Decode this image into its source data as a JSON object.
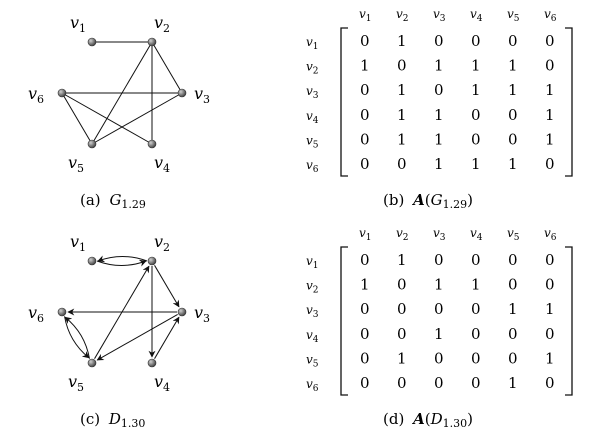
{
  "vertices": [
    "v1",
    "v2",
    "v3",
    "v4",
    "v5",
    "v6"
  ],
  "graph_a": {
    "caption_prefix": "(a)",
    "caption_name": "G",
    "caption_sub": "1.29",
    "edges": [
      [
        1,
        2
      ],
      [
        2,
        3
      ],
      [
        2,
        4
      ],
      [
        2,
        5
      ],
      [
        3,
        6
      ],
      [
        3,
        5
      ],
      [
        6,
        4
      ],
      [
        6,
        5
      ]
    ]
  },
  "graph_c": {
    "caption_prefix": "(c)",
    "caption_name": "D",
    "caption_sub": "1.30",
    "arcs": [
      [
        1,
        2
      ],
      [
        2,
        1
      ],
      [
        2,
        3
      ],
      [
        2,
        4
      ],
      [
        3,
        6
      ],
      [
        3,
        5
      ],
      [
        5,
        2
      ],
      [
        5,
        6
      ],
      [
        6,
        5
      ],
      [
        4,
        3
      ]
    ]
  },
  "matrix_b": {
    "caption_prefix": "(b)",
    "caption_name": "A",
    "caption_arg_name": "G",
    "caption_arg_sub": "1.29",
    "rows": [
      [
        0,
        1,
        0,
        0,
        0,
        0
      ],
      [
        1,
        0,
        1,
        1,
        1,
        0
      ],
      [
        0,
        1,
        0,
        1,
        1,
        1
      ],
      [
        0,
        1,
        1,
        0,
        0,
        1
      ],
      [
        0,
        1,
        1,
        0,
        0,
        1
      ],
      [
        0,
        0,
        1,
        1,
        1,
        0
      ]
    ]
  },
  "matrix_d": {
    "caption_prefix": "(d)",
    "caption_name": "A",
    "caption_arg_name": "D",
    "caption_arg_sub": "1.30",
    "rows": [
      [
        0,
        1,
        0,
        0,
        0,
        0
      ],
      [
        1,
        0,
        1,
        1,
        0,
        0
      ],
      [
        0,
        0,
        0,
        0,
        1,
        1
      ],
      [
        0,
        0,
        1,
        0,
        0,
        0
      ],
      [
        0,
        1,
        0,
        0,
        0,
        1
      ],
      [
        0,
        0,
        0,
        0,
        1,
        0
      ]
    ]
  }
}
